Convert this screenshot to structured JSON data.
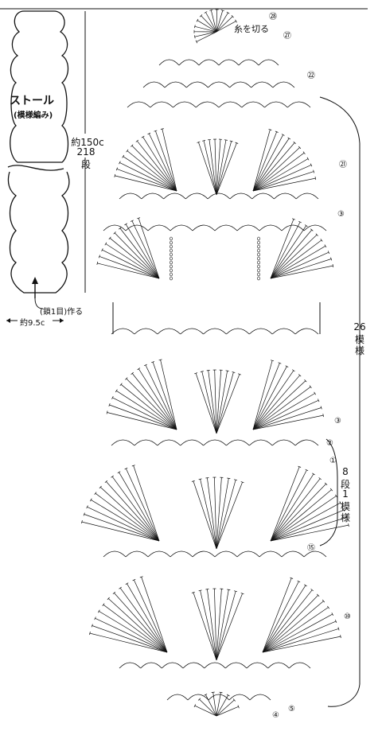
{
  "stole": {
    "title": "ストール",
    "subtitle": "(模様編み)",
    "length_label_1": "約150c",
    "length_label_2": "218",
    "length_label_3": "段",
    "start_label": "(鎖1目)作る",
    "width_label": "約9.5c"
  },
  "chart": {
    "cut_yarn_label": "糸を切る",
    "repeat_count_1": "26",
    "repeat_count_2": "模",
    "repeat_count_3": "様",
    "pattern_rows_1": "8",
    "pattern_rows_2": "段",
    "pattern_rows_3": "1",
    "pattern_rows_4": "模",
    "pattern_rows_5": "様",
    "row_markers": {
      "r218": "㉘",
      "r217": "㉗",
      "r22": "㉒",
      "r21": "㉑",
      "r3": "③",
      "r3b": "③",
      "r2": "②",
      "r1": "①",
      "r15": "⑮",
      "r10": "⑩",
      "r5": "⑤",
      "r4": "④"
    }
  },
  "colors": {
    "ink": "#111111",
    "background": "#ffffff"
  }
}
